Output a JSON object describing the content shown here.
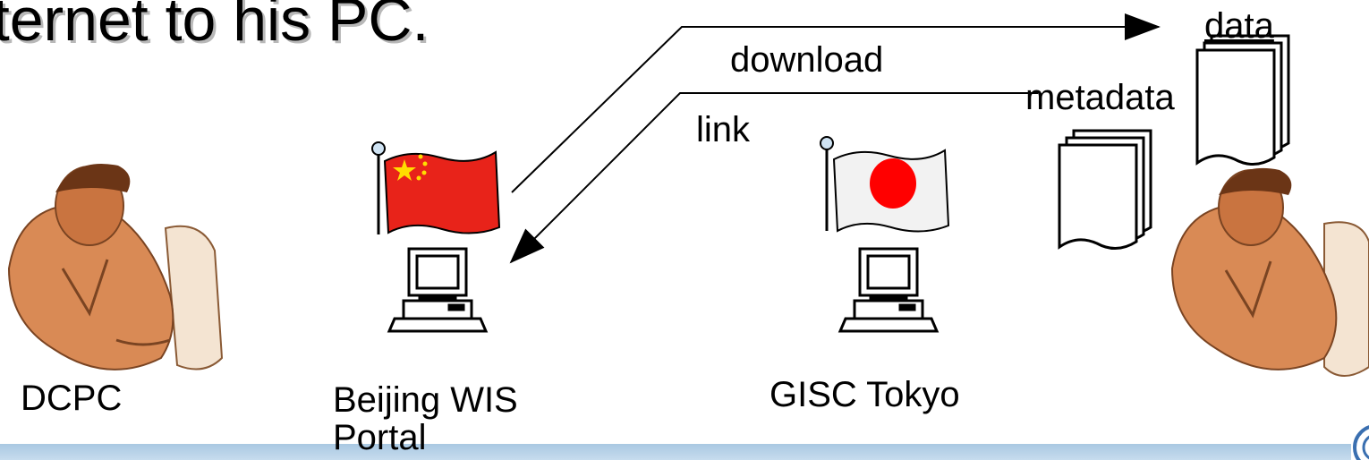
{
  "title_fragment": "nternet to his PC.",
  "arrows": {
    "download_label": "download",
    "link_label": "link"
  },
  "items": {
    "data_label": "data",
    "metadata_label": "metadata"
  },
  "nodes": {
    "dcpc_label": "DCPC",
    "beijing_label_line1": "Beijing WIS",
    "beijing_label_line2": "Portal",
    "tokyo_label": "GISC Tokyo"
  },
  "colors": {
    "china_flag": "#e8231a",
    "china_star": "#ffde00",
    "japan_disc": "#ff0000",
    "person_skin": "#d98a55",
    "footer_bar": "#b7d2ea"
  },
  "icons": [
    "china-flag-icon",
    "japan-flag-icon",
    "computer-icon",
    "document-stack-icon",
    "person-at-computer-icon",
    "logo-icon"
  ]
}
